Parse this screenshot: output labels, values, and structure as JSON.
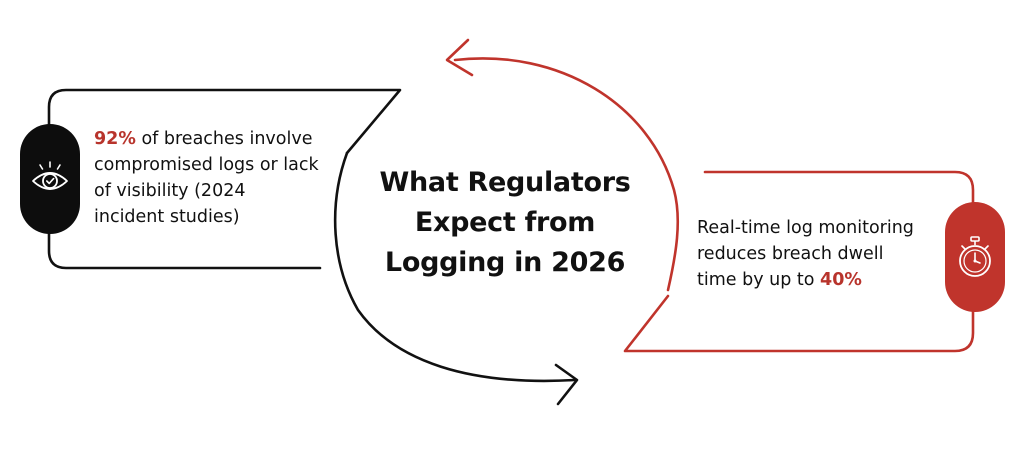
{
  "title": {
    "line1": "What Regulators",
    "line2": "Expect from",
    "line3": "Logging in 2026"
  },
  "left_stat": {
    "highlight": "92%",
    "text_line1": " of breaches involve",
    "text_line2": "compromised logs or lack",
    "text_line3": "of visibility (2024",
    "text_line4": "incident studies)",
    "icon": "eye-icon"
  },
  "right_stat": {
    "text_line1": "Real-time log monitoring",
    "text_line2": "reduces breach dwell",
    "text_line3": "time by up to ",
    "highlight": "40%",
    "icon": "stopwatch-icon"
  },
  "colors": {
    "accent": "#b8342c",
    "dark": "#111111",
    "left_badge": "#0d0d0d",
    "right_badge": "#c0342c"
  }
}
